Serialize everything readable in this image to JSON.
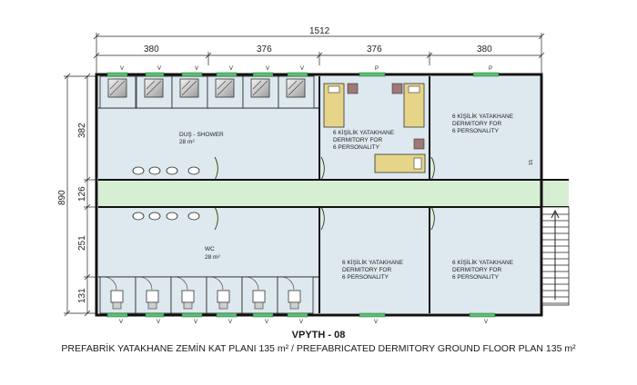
{
  "dimensions": {
    "total_width": "1512",
    "top_segments": [
      "380",
      "376",
      "376",
      "380"
    ],
    "total_height": "890",
    "left_segments": [
      "382",
      "126",
      "251",
      "131"
    ]
  },
  "rooms": {
    "shower": {
      "name": "DUŞ - SHOWER",
      "area": "28 m²"
    },
    "wc": {
      "name": "WC",
      "area": "28 m²"
    },
    "dormitory_lines": [
      "6 KİŞİLİK YATAKHANE",
      "DERMITORY FOR",
      "6 PERSONALITY"
    ]
  },
  "labels": {
    "window_mark": "V",
    "door_mark": "P",
    "stair_mark": "15"
  },
  "caption": {
    "code": "VPYTH - 08",
    "title": "PREFABRİK YATAKHANE  ZEMİN KAT PLANI 135 m² / PREFABRICATED DERMITORY GROUND FLOOR PLAN 135 m²"
  },
  "colors": {
    "room_fill": "#dde9ef",
    "corridor_fill": "#d6efd2",
    "wall": "#111111",
    "bed": "#e6d488",
    "furniture": "#a07878",
    "window": "#5cbf72"
  }
}
